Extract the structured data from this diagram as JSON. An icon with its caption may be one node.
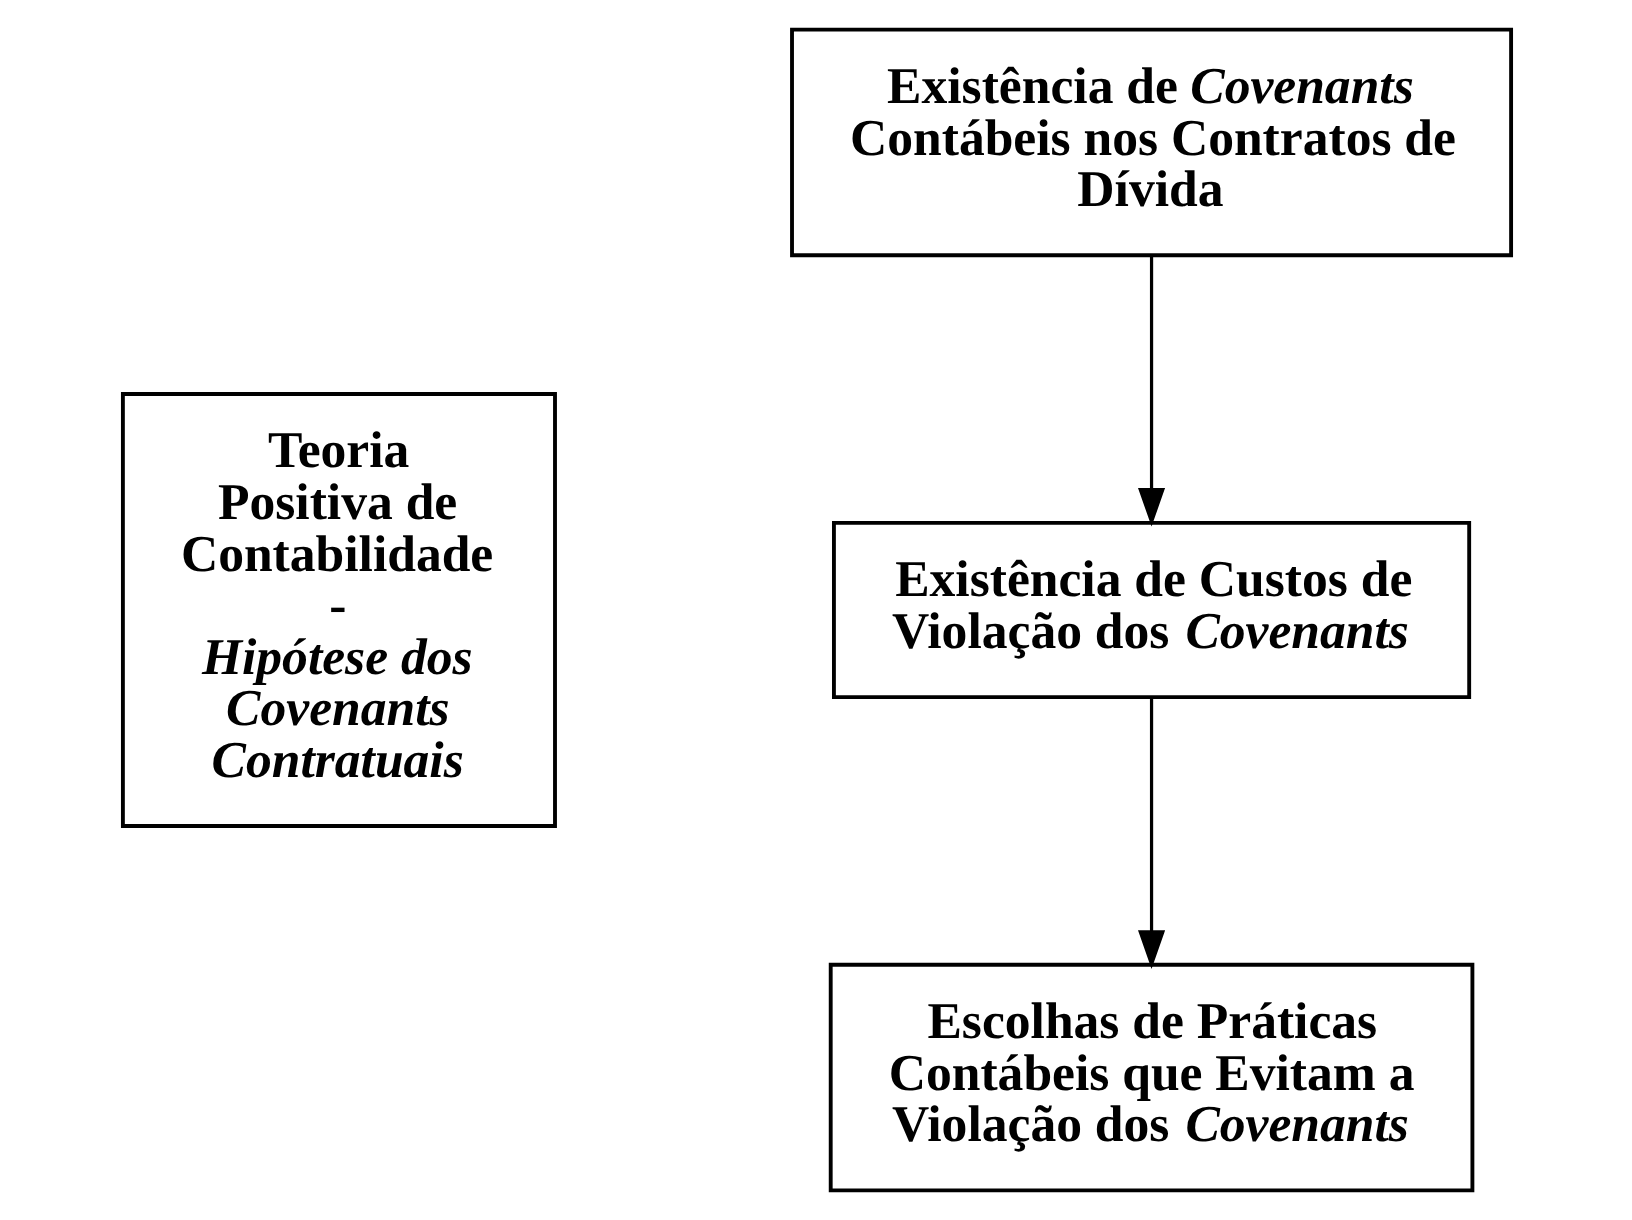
{
  "diagram": {
    "nodes": [
      {
        "text": [
          "Teoria Positiva de Contabilidade",
          "-",
          "Hipótese dos Covenants Contratuais"
        ]
      },
      {
        "text": [
          "Existência de *Covenants* Contábeis nos Contratos de Dívida"
        ]
      },
      {
        "text": [
          "Existência de Custos de Violação dos *Covenants*"
        ]
      },
      {
        "text": [
          "Escolhas de Práticas Contábeis que Evitam a Violação dos *Covenants*"
        ]
      }
    ],
    "edges": [
      {
        "from": 1,
        "to": 2,
        "arrow": "to"
      },
      {
        "from": 2,
        "to": 3,
        "arrow": "to"
      }
    ]
  }
}
